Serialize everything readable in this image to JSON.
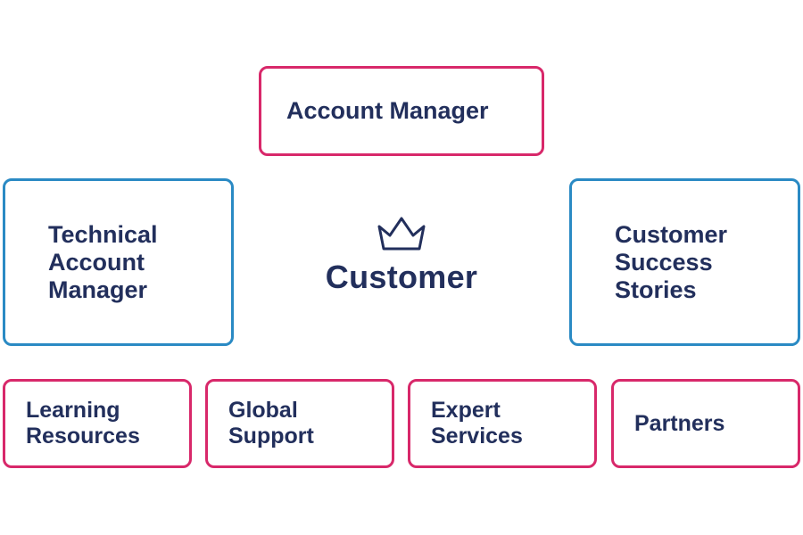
{
  "diagram": {
    "center": {
      "label": "Customer",
      "icon": "crown-icon"
    },
    "top": {
      "label": "Account Manager"
    },
    "left": {
      "label": "Technical\nAccount\nManager"
    },
    "right": {
      "label": "Customer\nSuccess\nStories"
    },
    "bottom": [
      {
        "label": "Learning\nResources"
      },
      {
        "label": "Global\nSupport"
      },
      {
        "label": "Expert\nServices"
      },
      {
        "label": "Partners"
      }
    ]
  },
  "colors": {
    "text": "#222f5c",
    "pink_border": "#d8286a",
    "blue_border": "#2a8ac4",
    "background": "#ffffff"
  }
}
